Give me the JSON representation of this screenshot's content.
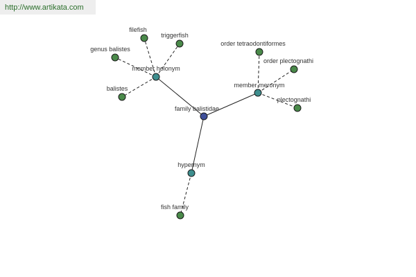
{
  "header": {
    "url": "http://www.artikata.com"
  },
  "colors": {
    "center": "#3f4f9a",
    "relation": "#3e8e8e",
    "leaf": "#4a8a4a",
    "edge": "#222222",
    "url_text": "#2a6e2a"
  },
  "graph": {
    "center": {
      "id": "family-balistidae",
      "label": "family balistidae"
    },
    "relations": [
      {
        "id": "member-holonym",
        "label": "member holonym",
        "children": [
          {
            "id": "filefish",
            "label": "filefish"
          },
          {
            "id": "triggerfish",
            "label": "triggerfish"
          },
          {
            "id": "genus-balistes",
            "label": "genus balistes"
          },
          {
            "id": "balistes",
            "label": "balistes"
          }
        ]
      },
      {
        "id": "member-meronym",
        "label": "member meronym",
        "children": [
          {
            "id": "order-tetraodontiformes",
            "label": "order tetraodontiformes"
          },
          {
            "id": "order-plectognathi",
            "label": "order plectognathi"
          },
          {
            "id": "plectognathi",
            "label": "plectognathi"
          }
        ]
      },
      {
        "id": "hypernym",
        "label": "hypernym",
        "children": [
          {
            "id": "fish-family",
            "label": "fish family"
          }
        ]
      }
    ]
  }
}
